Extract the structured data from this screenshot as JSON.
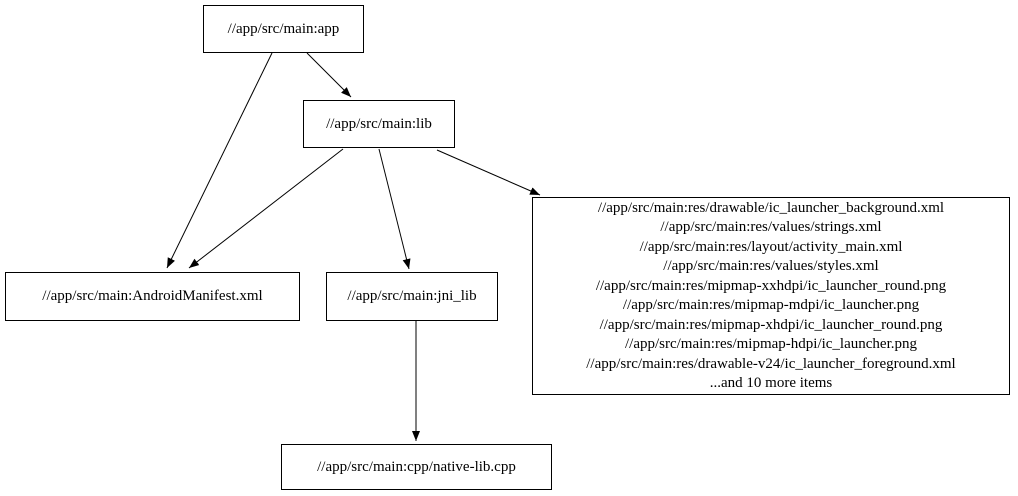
{
  "diagram": {
    "type": "dependency-graph",
    "background_color": "#ffffff",
    "node_border_color": "#000000",
    "text_color": "#000000",
    "edge_color": "#000000",
    "nodes": {
      "app": {
        "label": "//app/src/main:app"
      },
      "lib": {
        "label": "//app/src/main:lib"
      },
      "manifest": {
        "label": "//app/src/main:AndroidManifest.xml"
      },
      "jni_lib": {
        "label": "//app/src/main:jni_lib"
      },
      "native": {
        "label": "//app/src/main:cpp/native-lib.cpp"
      },
      "res": {
        "lines": [
          "//app/src/main:res/drawable/ic_launcher_background.xml",
          "//app/src/main:res/values/strings.xml",
          "//app/src/main:res/layout/activity_main.xml",
          "//app/src/main:res/values/styles.xml",
          "//app/src/main:res/mipmap-xxhdpi/ic_launcher_round.png",
          "//app/src/main:res/mipmap-mdpi/ic_launcher.png",
          "//app/src/main:res/mipmap-xhdpi/ic_launcher_round.png",
          "//app/src/main:res/mipmap-hdpi/ic_launcher.png",
          "//app/src/main:res/drawable-v24/ic_launcher_foreground.xml",
          "...and 10 more items"
        ]
      }
    },
    "edges": [
      {
        "from": "//app/src/main:app",
        "to": "//app/src/main:AndroidManifest.xml"
      },
      {
        "from": "//app/src/main:app",
        "to": "//app/src/main:lib"
      },
      {
        "from": "//app/src/main:lib",
        "to": "//app/src/main:AndroidManifest.xml"
      },
      {
        "from": "//app/src/main:lib",
        "to": "//app/src/main:jni_lib"
      },
      {
        "from": "//app/src/main:lib",
        "to": "res-file-group"
      },
      {
        "from": "//app/src/main:jni_lib",
        "to": "//app/src/main:cpp/native-lib.cpp"
      }
    ]
  }
}
